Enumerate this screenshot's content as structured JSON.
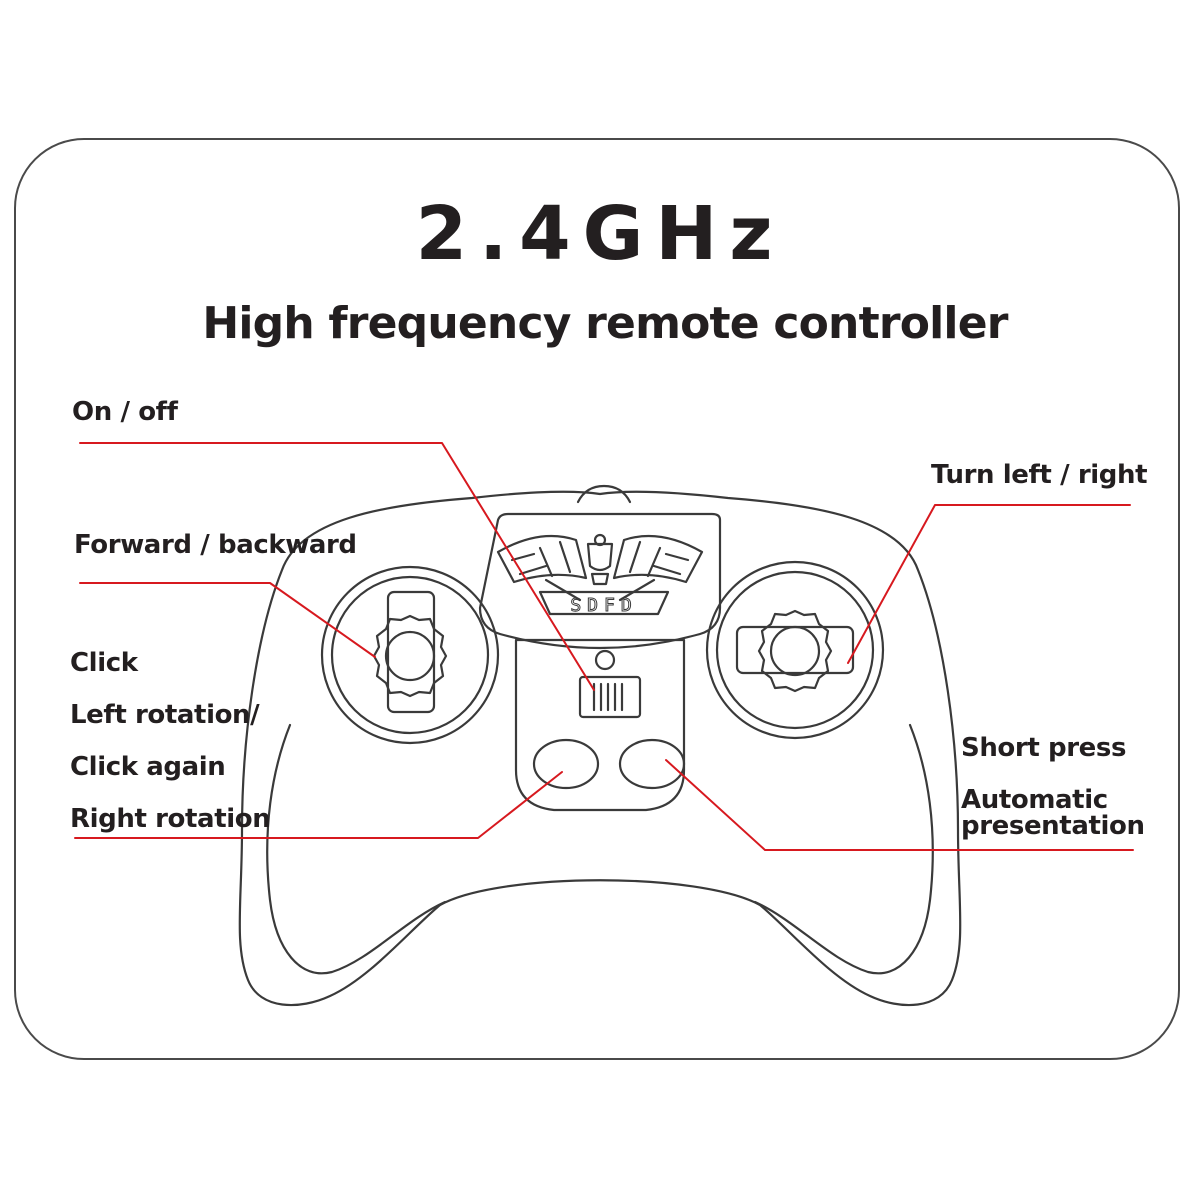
{
  "title": {
    "frequency": "2.4GHz",
    "subtitle": "High frequency remote controller"
  },
  "controller": {
    "logo_text": "SDFD"
  },
  "callouts": {
    "power": "On / off",
    "throttle": "Forward / backward",
    "steering": "Turn left / right",
    "click": "Click",
    "left_rotation": "Left rotation/",
    "click_again": "Click again",
    "right_rotation": "Right rotation",
    "short_press": "Short press",
    "automatic": "Automatic",
    "presentation": "presentation"
  },
  "colors": {
    "outline": "#3a3a3a",
    "leader_line": "#d7191f",
    "text": "#231f20"
  }
}
